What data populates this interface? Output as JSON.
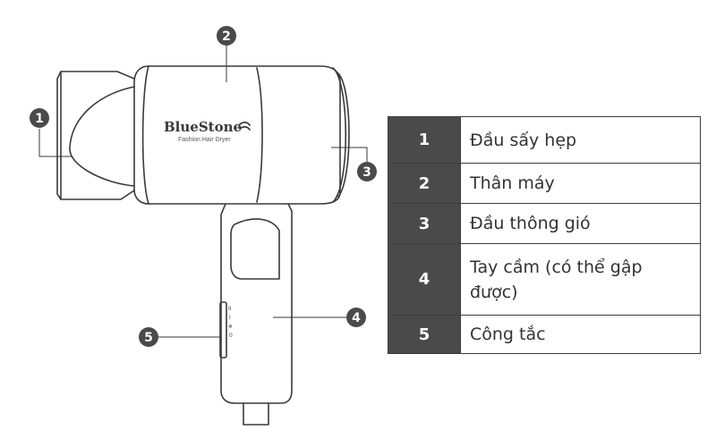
{
  "brand": {
    "name": "BlueStone",
    "subtitle": "Fashion Hair Dryer"
  },
  "switch_marks": [
    "II",
    "I",
    "❄",
    "0"
  ],
  "callouts": [
    "1",
    "2",
    "3",
    "4",
    "5"
  ],
  "legend": [
    {
      "num": "1",
      "label": "Đầu sấy hẹp"
    },
    {
      "num": "2",
      "label": "Thân máy"
    },
    {
      "num": "3",
      "label": "Đầu thông gió"
    },
    {
      "num": "4",
      "label": "Tay cầm (có thể gập được)"
    },
    {
      "num": "5",
      "label": "Công tắc"
    }
  ],
  "colors": {
    "outline": "#3a3a3a",
    "callout_fill": "#4a4a4a",
    "table_header_fill": "#4a4a4a",
    "text": "#333333"
  }
}
